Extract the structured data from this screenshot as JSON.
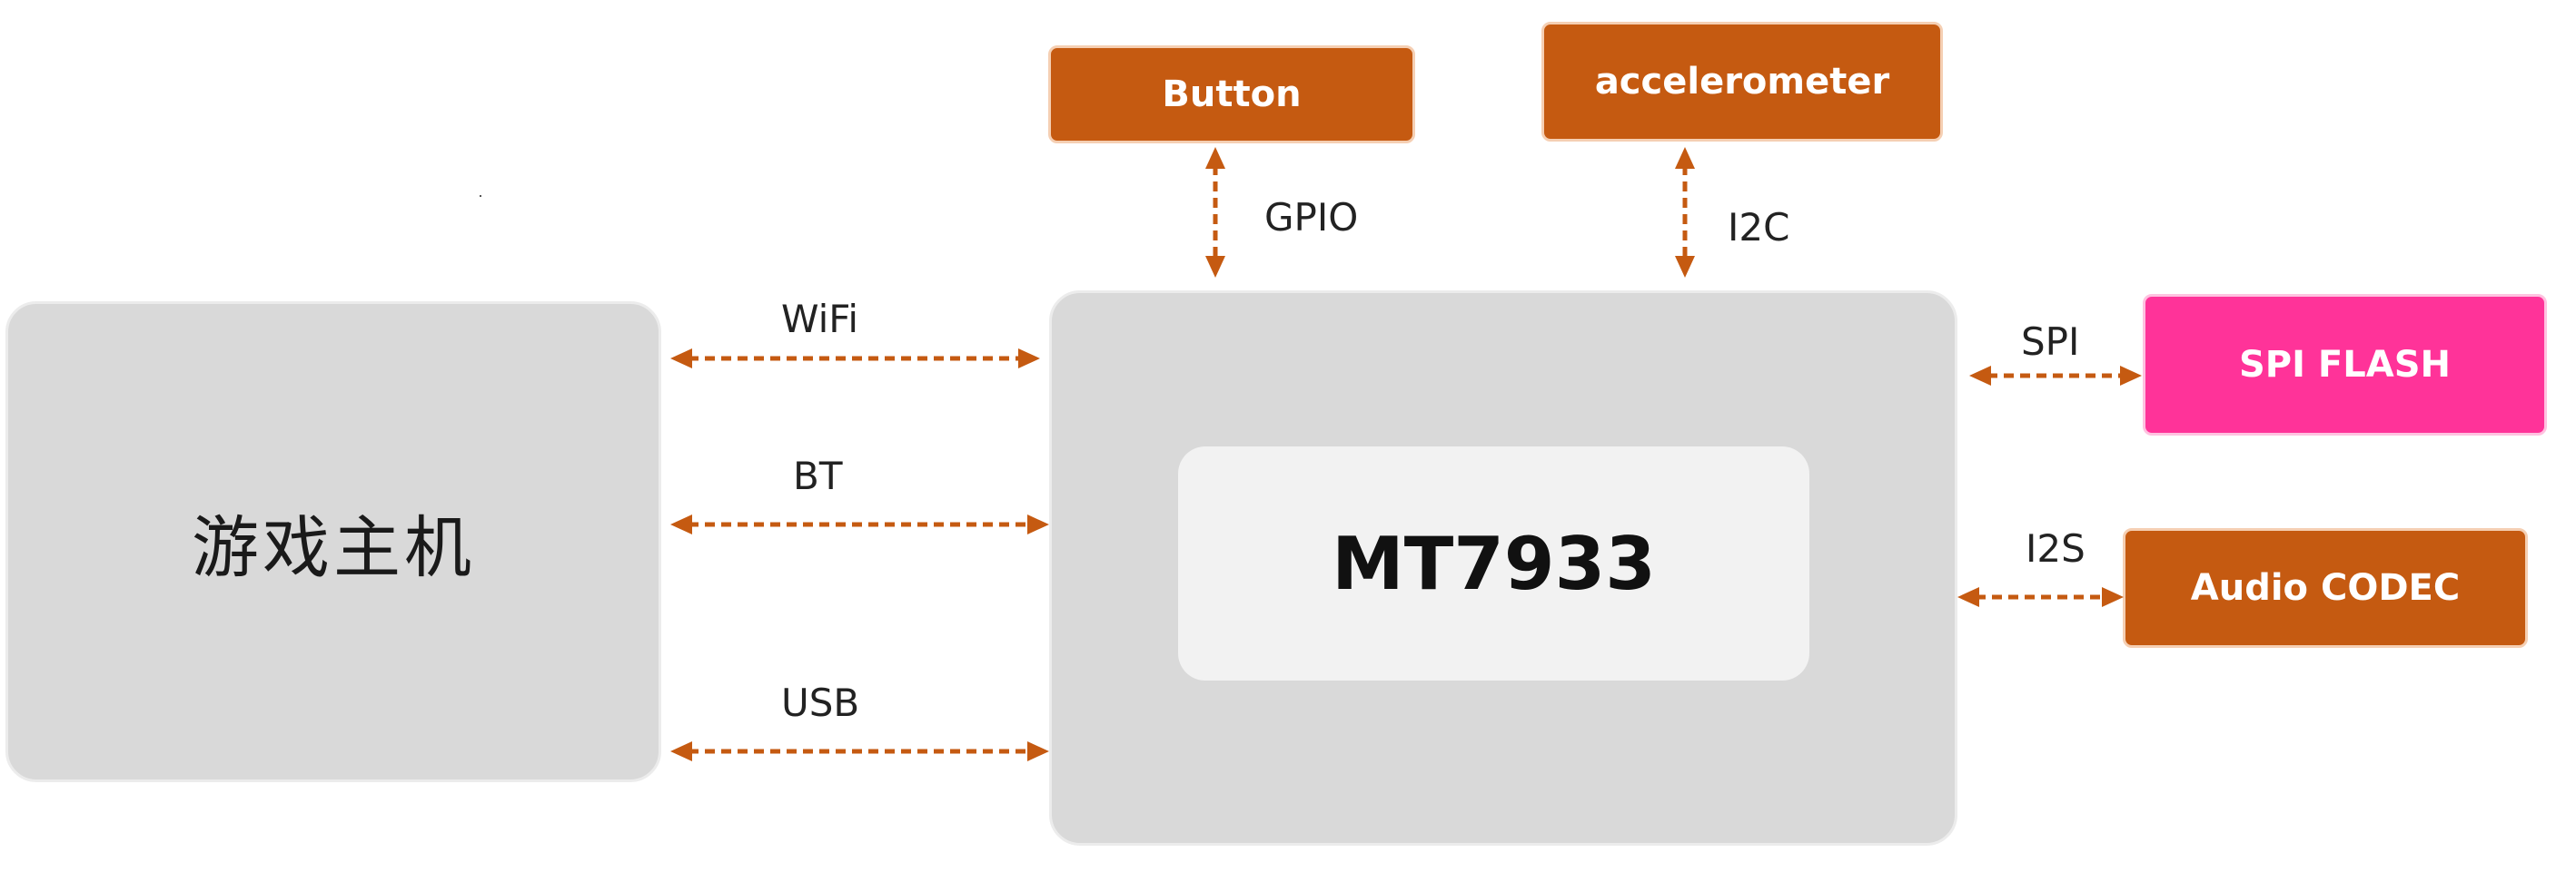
{
  "nodes": {
    "host": {
      "label": "游戏主机"
    },
    "chip": {
      "label": "MT7933"
    },
    "button": {
      "label": "Button"
    },
    "accelerometer": {
      "label": "accelerometer"
    },
    "spi_flash": {
      "label": "SPI FLASH"
    },
    "audio_codec": {
      "label": "Audio CODEC"
    }
  },
  "links": {
    "wifi": "WiFi",
    "bt": "BT",
    "usb": "USB",
    "gpio": "GPIO",
    "i2c": "I2C",
    "spi": "SPI",
    "i2s": "I2S"
  },
  "colors": {
    "connector": "#c55a11",
    "peripheral": "#c55a11",
    "flash": "#ff3399",
    "block": "#d9d9d9",
    "chip_inner": "#f2f2f2"
  }
}
